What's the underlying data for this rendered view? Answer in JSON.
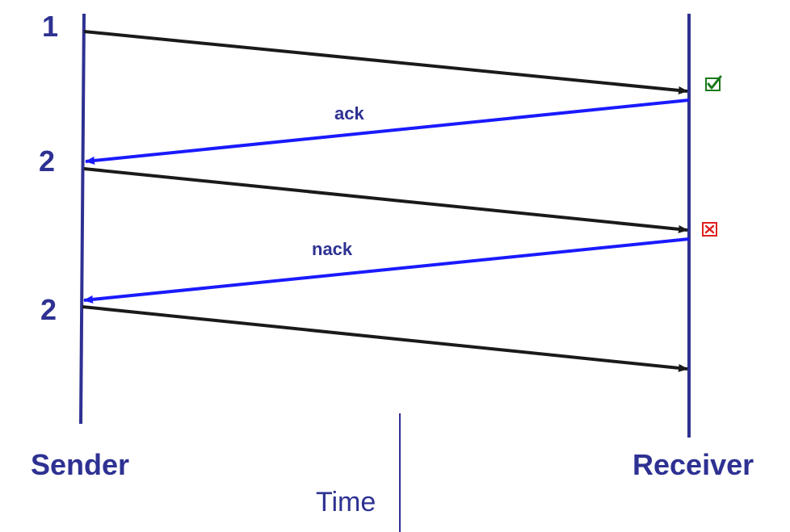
{
  "sender_label": "Sender",
  "receiver_label": "Receiver",
  "time_label": "Time",
  "sequence_labels": [
    "1",
    "2",
    "2"
  ],
  "ack_label": "ack",
  "nack_label": "nack",
  "status_icons": [
    "checkbox-checked-icon",
    "checkbox-x-icon"
  ],
  "colors": {
    "timeline": "#2e3192",
    "data_arrow": "#1a1a1a",
    "response_arrow": "#1a1aff",
    "label_text": "#2e3192",
    "ack_ok": "#1a7a1a",
    "nack_err": "#e02020",
    "time_axis": "#2e3192"
  }
}
